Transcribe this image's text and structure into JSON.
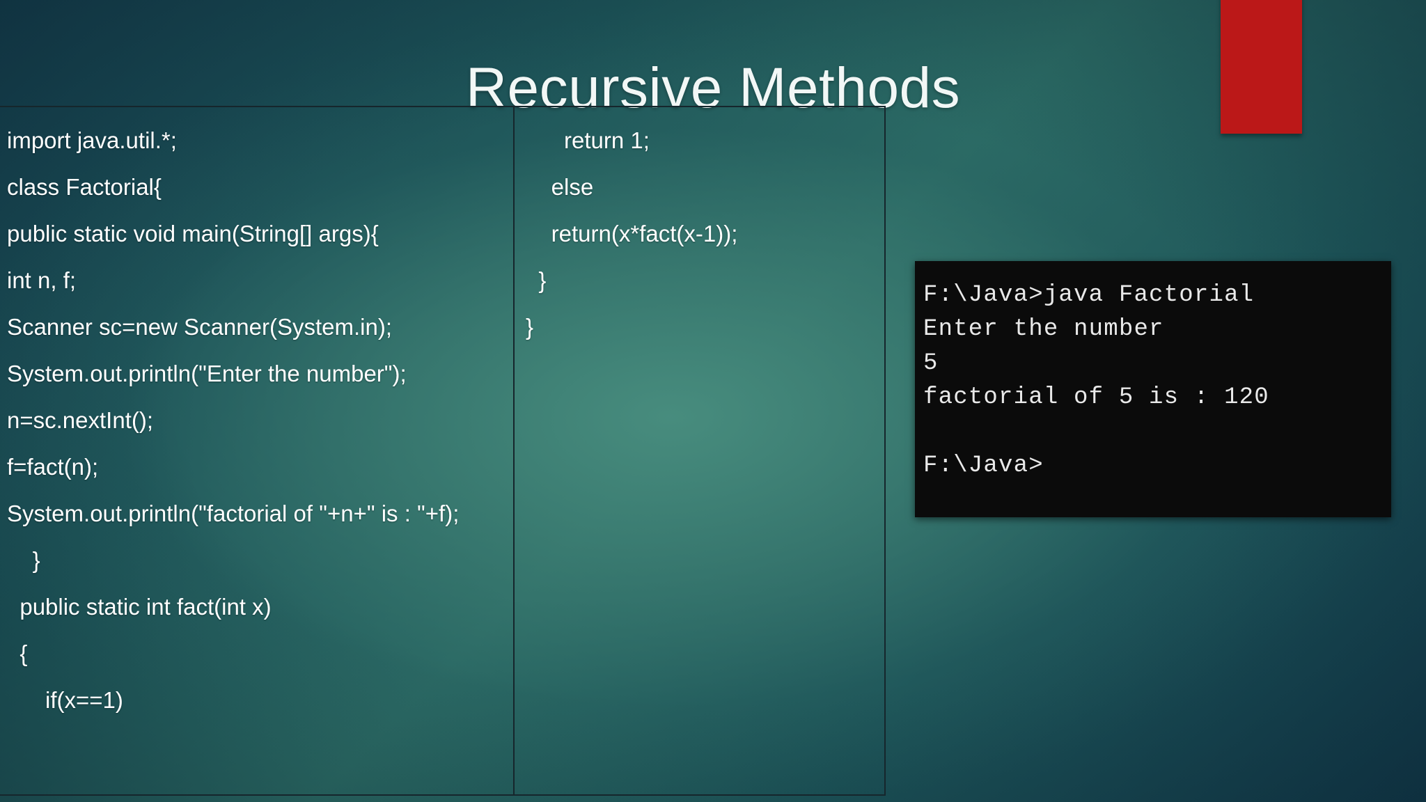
{
  "slide": {
    "title": "Recursive Methods",
    "background_color": "#2c6d66",
    "accent_color": "#bb1818"
  },
  "code_table": {
    "left_column": [
      "import java.util.*;",
      "class Factorial{",
      "public static void main(String[] args){",
      "int n, f;",
      "Scanner sc=new Scanner(System.in);",
      "System.out.println(\"Enter the number\");",
      "n=sc.nextInt();",
      "f=fact(n);",
      "System.out.println(\"factorial of \"+n+\" is : \"+f);",
      "    }",
      "  public static int fact(int x)",
      "  {",
      "      if(x==1)"
    ],
    "right_column": [
      "      return 1;",
      "    else",
      "    return(x*fact(x-1));",
      "  }",
      "}"
    ]
  },
  "console": {
    "lines": [
      "F:\\Java>java Factorial",
      "Enter the number",
      "5",
      "factorial of 5 is : 120",
      "",
      "F:\\Java>"
    ],
    "background_color": "#0b0b0b",
    "text_color": "#e9e9e9"
  }
}
